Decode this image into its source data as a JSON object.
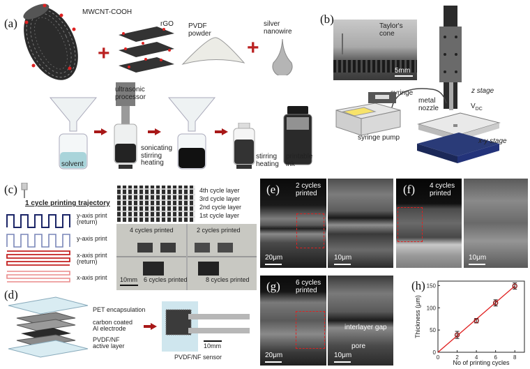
{
  "panels": {
    "a": "(a)",
    "b": "(b)",
    "c": "(c)",
    "d": "(d)",
    "e": "(e)",
    "f": "(f)",
    "g": "(g)",
    "h": "(h)"
  },
  "panel_a": {
    "mwcnt": "MWCNT-COOH",
    "rgo": "rGO",
    "pvdf": "PVDF\npowder",
    "silver": "silver\nnanowire",
    "solvent": "solvent",
    "processor": "ultrasonic\nprocessor",
    "sonicating": "sonicating\nstirring\nheating",
    "stirring": "stirring\nheating",
    "ink": "printable\nink"
  },
  "panel_b": {
    "taylor": "Taylor's\ncone",
    "scale": "5mm",
    "syringe": "syringe",
    "nozzle": "metal\nnozzle",
    "vdc": "V",
    "vdc_sub": "DC",
    "zstage": "z stage",
    "pump": "syringe pump",
    "xystage": "x-y stage"
  },
  "panel_c": {
    "trajectory": "1 cycle printing trajectory",
    "y_return": "y-axis print\n(return)",
    "y_print": "y-axis print",
    "x_return": "x-axis print\n(return)",
    "x_print": "x-axis print",
    "layer4": "4th cycle layer",
    "layer3": "3rd cycle layer",
    "layer2": "2nd cycle layer",
    "layer1": "1st cycle layer",
    "c4": "4 cycles printed",
    "c2": "2 cycles printed",
    "c6": "6 cycles printed",
    "c8": "8 cycles printed",
    "scale": "10mm"
  },
  "panel_d": {
    "pet": "PET encapsulation",
    "electrode": "carbon coated\nAl electrode",
    "active": "PVDF/NF\nactive layer",
    "sensor": "PVDF/NF sensor",
    "scale": "10mm"
  },
  "panel_e": {
    "title": "2 cycles\nprinted",
    "scale1": "20μm",
    "scale2": "10μm"
  },
  "panel_f": {
    "title": "4 cycles\nprinted",
    "scale2": "10μm"
  },
  "panel_g": {
    "title": "6 cycles\nprinted",
    "scale1": "20μm",
    "scale2": "10μm",
    "gap": "interlayer gap",
    "pore": "pore"
  },
  "colors": {
    "red_arrow": "#a81818",
    "dashed_box": "#e02020",
    "fit_line": "#e02020",
    "marker": "#8b1a1a"
  },
  "chart_data": {
    "type": "scatter",
    "xlabel": "No of printing cycles",
    "ylabel": "Thickness (μm)",
    "xlim": [
      0,
      9
    ],
    "ylim": [
      0,
      160
    ],
    "xticks": [
      0,
      2,
      4,
      6,
      8
    ],
    "yticks": [
      0,
      50,
      100,
      150
    ],
    "x": [
      2,
      4,
      6,
      8
    ],
    "y": [
      39,
      71,
      111,
      149
    ],
    "err": [
      8,
      5,
      7,
      7
    ],
    "fit": {
      "x": [
        0,
        8
      ],
      "y": [
        0,
        149
      ]
    },
    "grid": false
  }
}
